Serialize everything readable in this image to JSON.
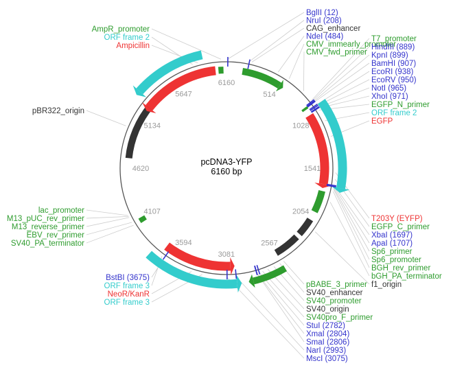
{
  "plasmid": {
    "name": "pcDNA3-YFP",
    "size_label": "6160 bp",
    "length": 6160
  },
  "colors": {
    "sites": "#3333cc",
    "primer": "#2e9c2e",
    "feature": "#ee3333",
    "orf": "#33cccc",
    "misc": "#333333",
    "backbone": "#555555"
  },
  "ticks": [
    {
      "label": "6160",
      "pos": 0
    },
    {
      "label": "514",
      "pos": 514
    },
    {
      "label": "1028",
      "pos": 1028
    },
    {
      "label": "1541",
      "pos": 1541
    },
    {
      "label": "2054",
      "pos": 2054
    },
    {
      "label": "2567",
      "pos": 2567
    },
    {
      "label": "3081",
      "pos": 3081
    },
    {
      "label": "3594",
      "pos": 3594
    },
    {
      "label": "4107",
      "pos": 4107
    },
    {
      "label": "4620",
      "pos": 4620
    },
    {
      "label": "5134",
      "pos": 5134
    },
    {
      "label": "5647",
      "pos": 5647
    }
  ],
  "arcs": [
    {
      "name": "cmv-enhancer-arc",
      "start": 160,
      "end": 560,
      "track": 1,
      "type": "primer",
      "arrow": "cw"
    },
    {
      "name": "t7-promoter-arc",
      "start": 895,
      "end": 920,
      "track": 1,
      "type": "primer",
      "arrow": "none"
    },
    {
      "name": "egfp-feature-arc",
      "start": 985,
      "end": 1700,
      "track": 1,
      "type": "feature",
      "arrow": "cw"
    },
    {
      "name": "orf-frame2-right-arc",
      "start": 940,
      "end": 1710,
      "track": 0,
      "type": "orf",
      "arrow": "cw"
    },
    {
      "name": "bgh-pa-terminator-arc",
      "start": 1770,
      "end": 1990,
      "track": 1,
      "type": "primer",
      "arrow": "none"
    },
    {
      "name": "misc-feature-2054-arc",
      "start": 2080,
      "end": 2260,
      "track": 1,
      "type": "misc",
      "arrow": "none"
    },
    {
      "name": "sv40-promoter-arc",
      "start": 2300,
      "end": 2560,
      "track": 1,
      "type": "misc",
      "arrow": "none"
    },
    {
      "name": "sv40-origin-arc",
      "start": 2560,
      "end": 2850,
      "track": 0,
      "type": "primer",
      "arrow": "cw"
    },
    {
      "name": "neor-kanr-arc",
      "start": 3040,
      "end": 3720,
      "track": 1,
      "type": "feature",
      "arrow": "ccw"
    },
    {
      "name": "orf-frame3-arc",
      "start": 2990,
      "end": 3800,
      "track": 0,
      "type": "orf",
      "arrow": "ccw"
    },
    {
      "name": "sv40-pa-terminator-arc",
      "start": 4060,
      "end": 4110,
      "track": 1,
      "type": "primer",
      "arrow": "none"
    },
    {
      "name": "pbr322-origin-arc",
      "start": 4720,
      "end": 5300,
      "track": 1,
      "type": "misc",
      "arrow": "none"
    },
    {
      "name": "ampicillin-arc",
      "start": 5270,
      "end": 6050,
      "track": 1,
      "type": "feature",
      "arrow": "ccw"
    },
    {
      "name": "orf-frame2-left-arc",
      "start": 5330,
      "end": 5950,
      "track": 0,
      "type": "orf",
      "arrow": "ccw"
    },
    {
      "name": "ampr-promoter-arc",
      "start": 6080,
      "end": 6130,
      "track": 1,
      "type": "primer",
      "arrow": "none"
    }
  ],
  "site_marks": [
    {
      "pos": 12
    },
    {
      "pos": 208
    },
    {
      "pos": 889
    },
    {
      "pos": 899
    },
    {
      "pos": 907
    },
    {
      "pos": 938
    },
    {
      "pos": 950
    },
    {
      "pos": 965
    },
    {
      "pos": 971
    },
    {
      "pos": 1697
    },
    {
      "pos": 1707
    },
    {
      "pos": 2782
    },
    {
      "pos": 2804
    },
    {
      "pos": 2806
    },
    {
      "pos": 2993
    },
    {
      "pos": 3075
    },
    {
      "pos": 3675
    }
  ],
  "labels": {
    "top_right": [
      {
        "text": "BglII (12)",
        "type": "sites",
        "pos": 12
      },
      {
        "text": "NruI (208)",
        "type": "sites",
        "pos": 208
      },
      {
        "text": "CAG_enhancer",
        "type": "misc",
        "pos": 230
      },
      {
        "text": "NdeI (484)",
        "type": "sites",
        "pos": 484
      },
      {
        "text": "CMV_immearly_promoter",
        "type": "primer",
        "pos": 600
      },
      {
        "text": "CMV_fwd_primer",
        "type": "primer",
        "pos": 770
      }
    ],
    "right_upper": [
      {
        "text": "T7_promoter",
        "type": "primer",
        "pos": 880
      },
      {
        "text": "HindIII (889)",
        "type": "sites",
        "pos": 889
      },
      {
        "text": "KpnI (899)",
        "type": "sites",
        "pos": 899
      },
      {
        "text": "BamHI (907)",
        "type": "sites",
        "pos": 907
      },
      {
        "text": "EcoRI (938)",
        "type": "sites",
        "pos": 938
      },
      {
        "text": "EcoRV (950)",
        "type": "sites",
        "pos": 950
      },
      {
        "text": "NotI (965)",
        "type": "sites",
        "pos": 965
      },
      {
        "text": "XhoI (971)",
        "type": "sites",
        "pos": 971
      },
      {
        "text": "EGFP_N_primer",
        "type": "primer",
        "pos": 990
      },
      {
        "text": "ORF frame 2",
        "type": "orf",
        "pos": 1100
      },
      {
        "text": "EGFP",
        "type": "feature",
        "pos": 1250
      }
    ],
    "right_lower": [
      {
        "text": "T203Y (EYFP)",
        "type": "feature",
        "pos": 1580
      },
      {
        "text": "EGFP_C_primer",
        "type": "primer",
        "pos": 1640
      },
      {
        "text": "XbaI (1697)",
        "type": "sites",
        "pos": 1697
      },
      {
        "text": "ApaI (1707)",
        "type": "sites",
        "pos": 1707
      },
      {
        "text": "Sp6_primer",
        "type": "primer",
        "pos": 1720
      },
      {
        "text": "Sp6_promoter",
        "type": "primer",
        "pos": 1730
      },
      {
        "text": "BGH_rev_primer",
        "type": "primer",
        "pos": 1750
      },
      {
        "text": "bGH_PA_terminator",
        "type": "primer",
        "pos": 1850
      },
      {
        "text": "f1_origin",
        "type": "misc",
        "pos": 2150
      }
    ],
    "bottom": [
      {
        "text": "pBABE_3_primer",
        "type": "primer",
        "pos": 2540
      },
      {
        "text": "SV40_enhancer",
        "type": "misc",
        "pos": 2580
      },
      {
        "text": "SV40_promoter",
        "type": "primer",
        "pos": 2640
      },
      {
        "text": "SV40_origin",
        "type": "misc",
        "pos": 2700
      },
      {
        "text": "SV40pro_F_primer",
        "type": "primer",
        "pos": 2750
      },
      {
        "text": "StuI (2782)",
        "type": "sites",
        "pos": 2782
      },
      {
        "text": "XmaI (2804)",
        "type": "sites",
        "pos": 2804
      },
      {
        "text": "SmaI (2806)",
        "type": "sites",
        "pos": 2806
      },
      {
        "text": "NarI (2993)",
        "type": "sites",
        "pos": 2993
      },
      {
        "text": "MscI (3075)",
        "type": "sites",
        "pos": 3075
      }
    ],
    "bottom_left": [
      {
        "text": "BstBI (3675)",
        "type": "sites",
        "pos": 3675
      },
      {
        "text": "ORF frame 3",
        "type": "orf",
        "pos": 3700
      },
      {
        "text": "NeoR/KanR",
        "type": "feature",
        "pos": 3400
      },
      {
        "text": "ORF frame 3",
        "type": "orf",
        "pos": 3300
      }
    ],
    "left": [
      {
        "text": "lac_promoter",
        "type": "primer",
        "pos": 4180
      },
      {
        "text": "M13_pUC_rev_primer",
        "type": "primer",
        "pos": 4170
      },
      {
        "text": "M13_reverse_primer",
        "type": "primer",
        "pos": 4160
      },
      {
        "text": "EBV_rev_primer",
        "type": "primer",
        "pos": 4110
      },
      {
        "text": "SV40_PA_terminator",
        "type": "primer",
        "pos": 4080
      }
    ],
    "pbr": [
      {
        "text": "pBR322_origin",
        "type": "misc",
        "pos": 5010
      }
    ],
    "top_left": [
      {
        "text": "AmpR_promoter",
        "type": "primer",
        "pos": 6110
      },
      {
        "text": "ORF frame 2",
        "type": "orf",
        "pos": 5850
      },
      {
        "text": "Ampicillin",
        "type": "feature",
        "pos": 5900
      }
    ]
  }
}
